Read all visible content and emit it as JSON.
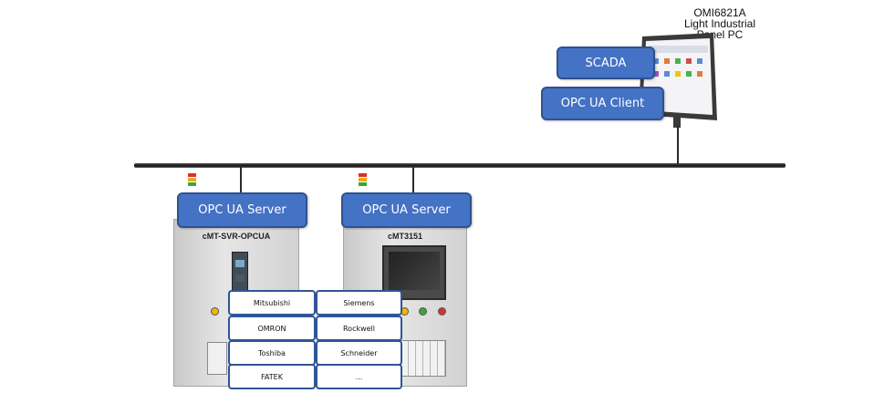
{
  "panel_pc": {
    "model": "OMI6821A",
    "line2": "Light Industrial",
    "line3": "Panel PC",
    "scada_label": "SCADA",
    "client_label": "OPC UA Client"
  },
  "servers": [
    {
      "label": "OPC UA Server",
      "device": "cMT-SVR-OPCUA"
    },
    {
      "label": "OPC UA Server",
      "device": "cMT3151"
    }
  ],
  "brands": [
    "Mitsubishi",
    "Siemens",
    "OMRON",
    "Rockwell",
    "Toshiba",
    "Schneider",
    "FATEK",
    "..."
  ],
  "colors": {
    "box_fill": "#4472c4",
    "box_border": "#2f528f",
    "brand_border": "#2f5597"
  }
}
